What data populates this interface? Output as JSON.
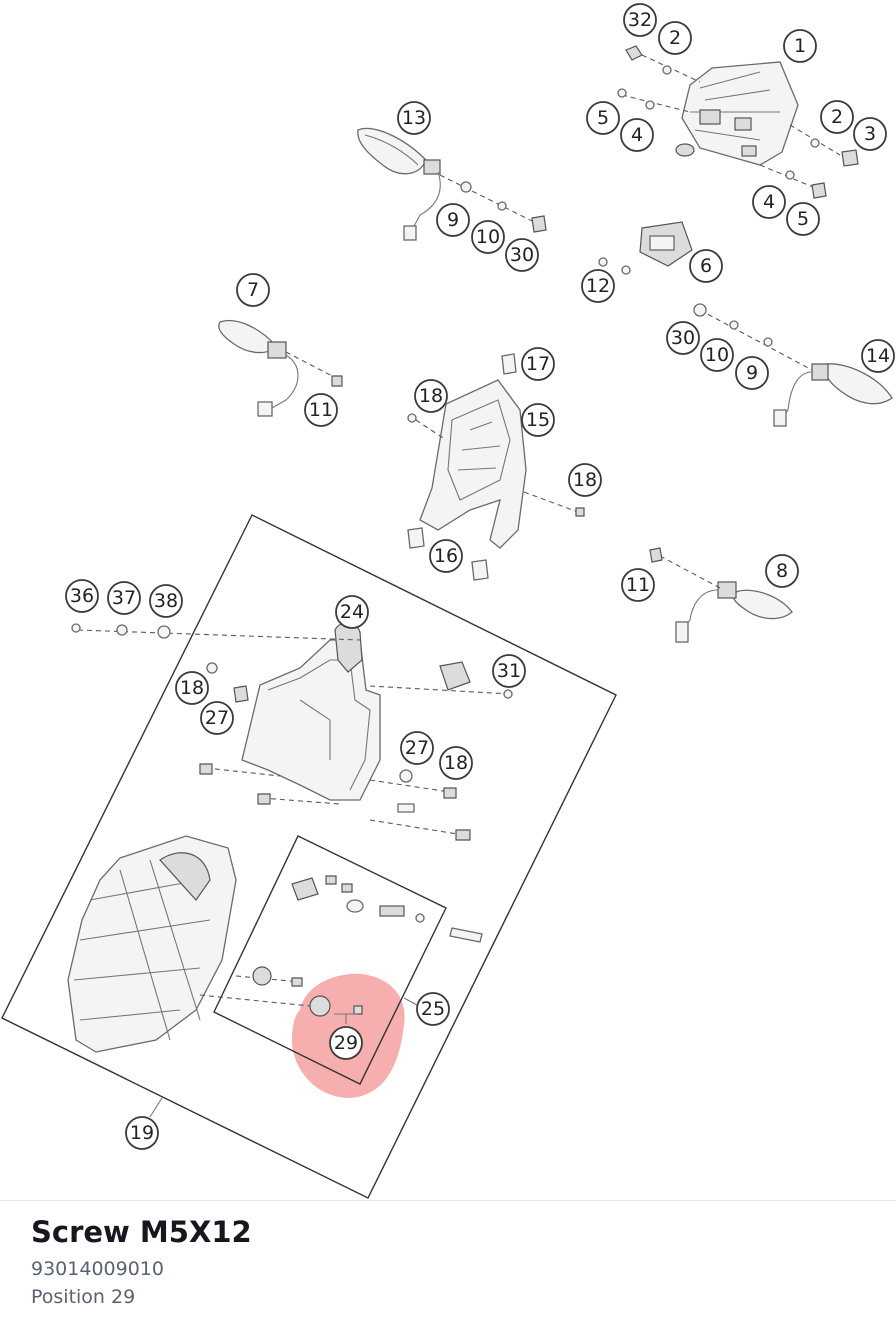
{
  "diagram": {
    "callouts": [
      {
        "id": "c-1",
        "label": "1"
      },
      {
        "id": "c-2a",
        "label": "2"
      },
      {
        "id": "c-2b",
        "label": "2"
      },
      {
        "id": "c-3",
        "label": "3"
      },
      {
        "id": "c-4a",
        "label": "4"
      },
      {
        "id": "c-4b",
        "label": "4"
      },
      {
        "id": "c-5a",
        "label": "5"
      },
      {
        "id": "c-5b",
        "label": "5"
      },
      {
        "id": "c-6",
        "label": "6"
      },
      {
        "id": "c-7",
        "label": "7"
      },
      {
        "id": "c-8",
        "label": "8"
      },
      {
        "id": "c-9a",
        "label": "9"
      },
      {
        "id": "c-9b",
        "label": "9"
      },
      {
        "id": "c-10a",
        "label": "10"
      },
      {
        "id": "c-10b",
        "label": "10"
      },
      {
        "id": "c-11a",
        "label": "11"
      },
      {
        "id": "c-11b",
        "label": "11"
      },
      {
        "id": "c-12",
        "label": "12"
      },
      {
        "id": "c-13",
        "label": "13"
      },
      {
        "id": "c-14",
        "label": "14"
      },
      {
        "id": "c-15",
        "label": "15"
      },
      {
        "id": "c-16",
        "label": "16"
      },
      {
        "id": "c-17",
        "label": "17"
      },
      {
        "id": "c-18a",
        "label": "18"
      },
      {
        "id": "c-18b",
        "label": "18"
      },
      {
        "id": "c-18c",
        "label": "18"
      },
      {
        "id": "c-18d",
        "label": "18"
      },
      {
        "id": "c-19",
        "label": "19"
      },
      {
        "id": "c-24",
        "label": "24"
      },
      {
        "id": "c-25",
        "label": "25"
      },
      {
        "id": "c-27a",
        "label": "27"
      },
      {
        "id": "c-27b",
        "label": "27"
      },
      {
        "id": "c-29",
        "label": "29"
      },
      {
        "id": "c-30a",
        "label": "30"
      },
      {
        "id": "c-30b",
        "label": "30"
      },
      {
        "id": "c-31",
        "label": "31"
      },
      {
        "id": "c-32",
        "label": "32"
      },
      {
        "id": "c-36",
        "label": "36"
      },
      {
        "id": "c-37",
        "label": "37"
      },
      {
        "id": "c-38",
        "label": "38"
      }
    ],
    "highlighted_position": "29",
    "highlight_color": "#ee4b4b"
  },
  "part": {
    "name": "Screw M5X12",
    "number": "93014009010",
    "position": "Position 29"
  }
}
